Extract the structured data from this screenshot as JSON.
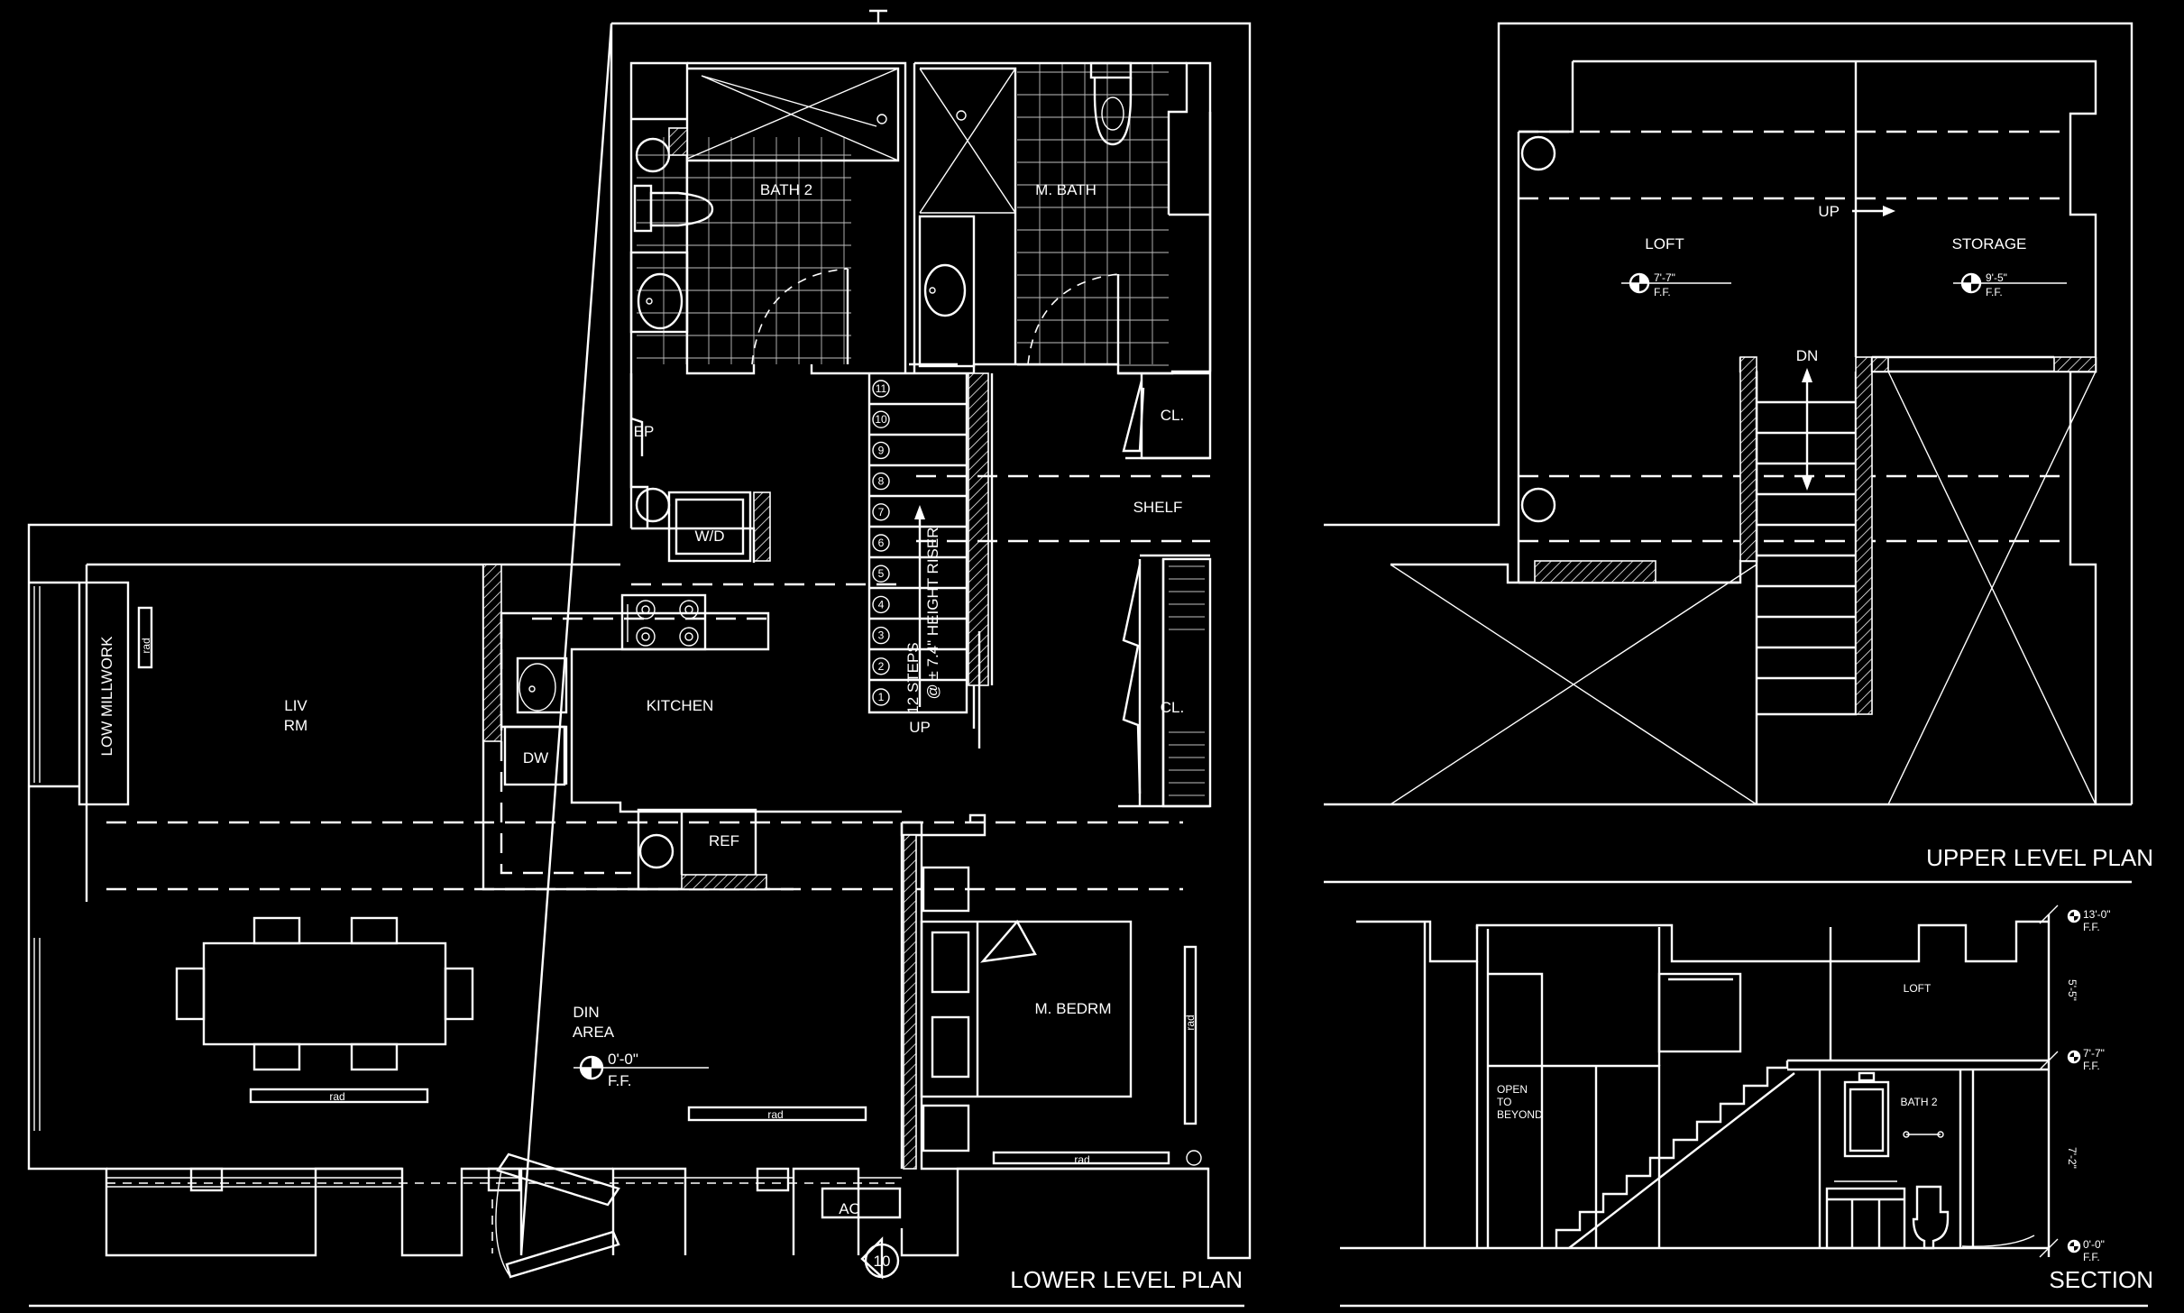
{
  "titles": {
    "lower": "LOWER LEVEL PLAN",
    "upper": "UPPER LEVEL PLAN",
    "section": "SECTION"
  },
  "lower_plan": {
    "rooms": {
      "bath2": "BATH 2",
      "mbath": "M. BATH",
      "ep": "EP",
      "wd": "W/D",
      "liv_1": "LIV",
      "liv_2": "RM",
      "low_millwork": "LOW MILLWORK",
      "kitchen": "KITCHEN",
      "dw": "DW",
      "ref": "REF",
      "din_1": "DIN",
      "din_2": "AREA",
      "mbedrm": "M. BEDRM",
      "cl_1": "CL.",
      "cl_2": "CL.",
      "shelf": "SHELF",
      "ac": "AC",
      "rad": "rad"
    },
    "stair": {
      "steps_1": "12 STEPS",
      "steps_2": "@ ± 7.4\" HEIGHT RISER",
      "up": "UP",
      "numbers": [
        "11",
        "10",
        "9",
        "8",
        "7",
        "6",
        "5",
        "4",
        "3",
        "2",
        "1"
      ]
    },
    "elevation": {
      "value": "0'-0\"",
      "ff": "F.F."
    },
    "north_marker": "10"
  },
  "upper_plan": {
    "loft": "LOFT",
    "storage": "STORAGE",
    "up": "UP",
    "dn": "DN",
    "loft_elev": "7'-7\"",
    "storage_elev": "9'-5\"",
    "ff": "F.F."
  },
  "section": {
    "loft": "LOFT",
    "bath2": "BATH 2",
    "open_1": "OPEN",
    "open_2": "TO",
    "open_3": "BEYOND",
    "levels": [
      {
        "value": "13'-0\"",
        "ff": "F.F."
      },
      {
        "value": "7'-7\"",
        "ff": "F.F."
      },
      {
        "value": "0'-0\"",
        "ff": "F.F."
      }
    ],
    "dims": [
      "5'-5\"",
      "7'-2\""
    ]
  }
}
